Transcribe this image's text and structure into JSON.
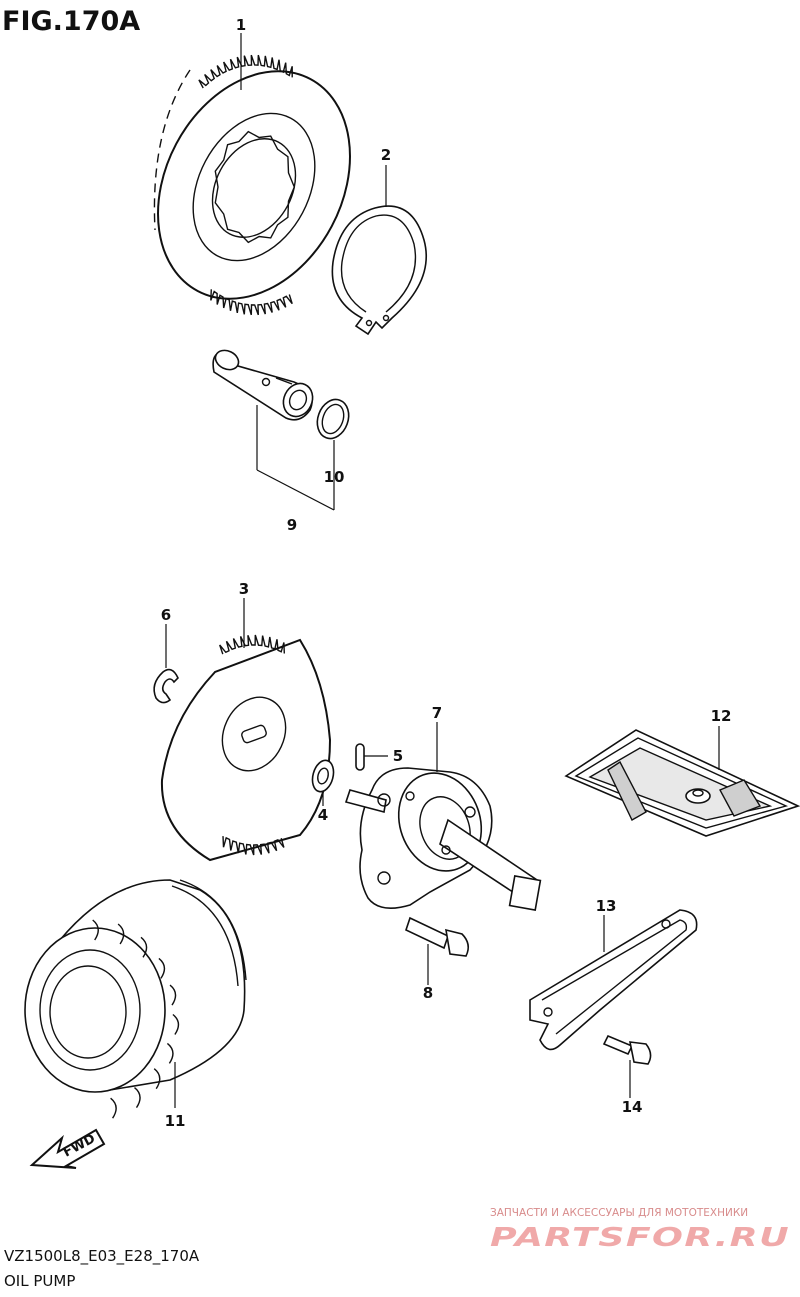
{
  "figure": {
    "title": "FIG.170A",
    "code": "VZ1500L8_E03_E28_170A",
    "name": "OIL PUMP"
  },
  "callouts": [
    "1",
    "2",
    "3",
    "4",
    "5",
    "6",
    "7",
    "8",
    "9",
    "10",
    "11",
    "12",
    "13",
    "14"
  ],
  "direction_arrow": {
    "label": "FWD",
    "icon": "forward-arrow-icon"
  },
  "watermark": {
    "caption": "ЗАПЧАСТИ И АКСЕССУАРЫ ДЛЯ МОТОТЕХНИКИ",
    "brand": "PARTSFOR.RU"
  },
  "colors": {
    "line": "#111111",
    "background": "#ffffff",
    "watermark": "#f0a9a9"
  }
}
